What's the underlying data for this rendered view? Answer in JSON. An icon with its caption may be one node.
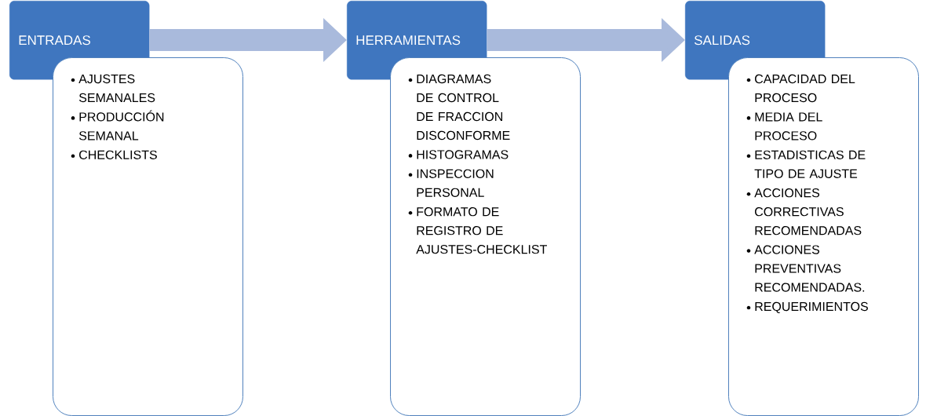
{
  "diagram": {
    "nodes": [
      {
        "text": [
          "ENTRADAS"
        ]
      },
      {
        "text": [
          "AJUSTES SEMANALES",
          "PRODUCCIÓN SEMANAL",
          "CHECKLISTS"
        ]
      },
      {
        "text": [
          "HERRAMIENTAS"
        ]
      },
      {
        "text": [
          "DIAGRAMAS DE CONTROL DE FRACCION DISCONFORME",
          "HISTOGRAMAS",
          "INSPECCION PERSONAL",
          "FORMATO DE REGISTRO DE AJUSTES-CHECKLIST"
        ]
      },
      {
        "text": [
          "SALIDAS"
        ]
      },
      {
        "text": [
          "CAPACIDAD DEL PROCESO",
          "MEDIA DEL PROCESO",
          "ESTADISTICAS DE TIPO DE AJUSTE",
          "ACCIONES CORRECTIVAS RECOMENDADAS",
          "ACCIONES PREVENTIVAS RECOMENDADAS.",
          "REQUERIMIENTOS"
        ]
      }
    ],
    "edges": [
      {
        "from": 0,
        "to": 2,
        "arrow": "to"
      },
      {
        "from": 2,
        "to": 4,
        "arrow": "to"
      }
    ]
  }
}
